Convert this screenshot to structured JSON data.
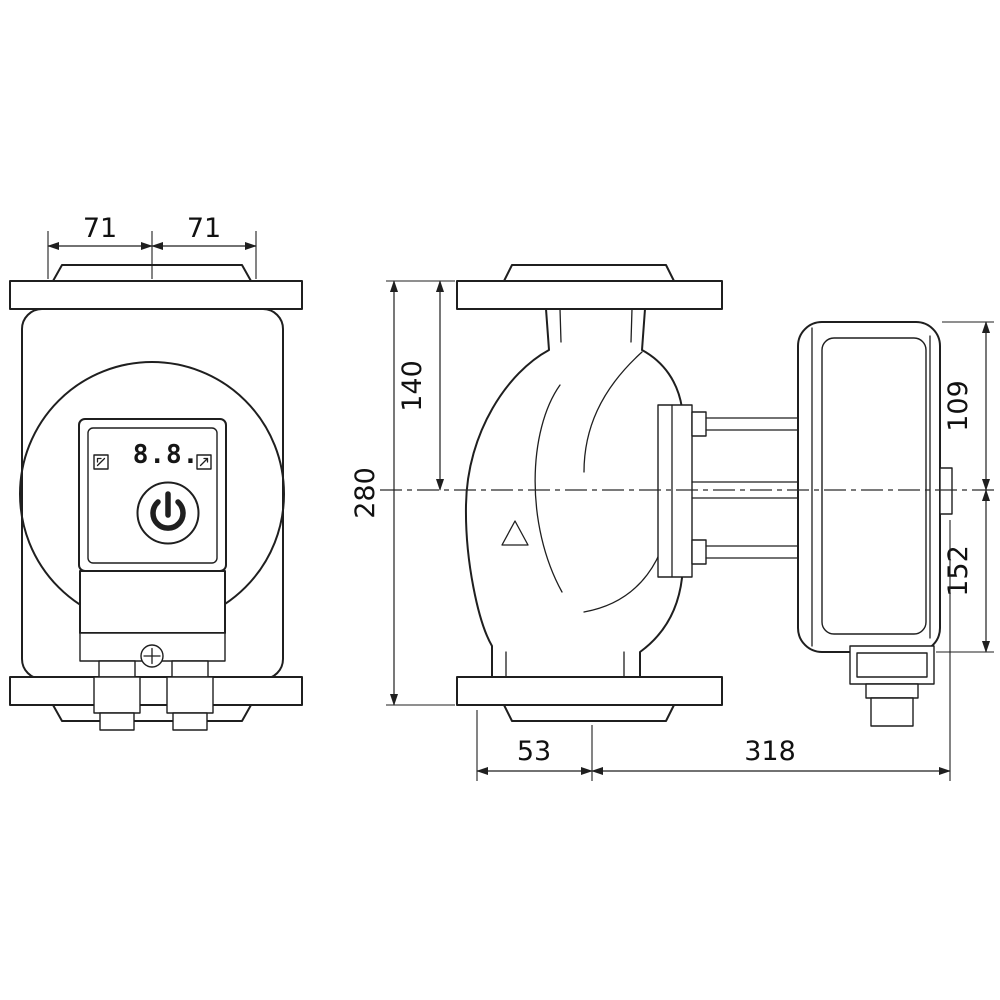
{
  "drawing": {
    "kind": "pump-dimensional-drawing",
    "display": {
      "value": "8.8."
    },
    "dimensions": {
      "front_flange_left": "71",
      "front_flange_right": "71",
      "overall_height": "280",
      "flange_to_axis": "140",
      "axis_to_motor_top": "109",
      "axis_to_motor_bottom": "152",
      "axis_to_port_face": "53",
      "axis_to_motor_end": "318"
    },
    "colors": {
      "line": "#1f1f1f",
      "background": "#ffffff"
    }
  }
}
